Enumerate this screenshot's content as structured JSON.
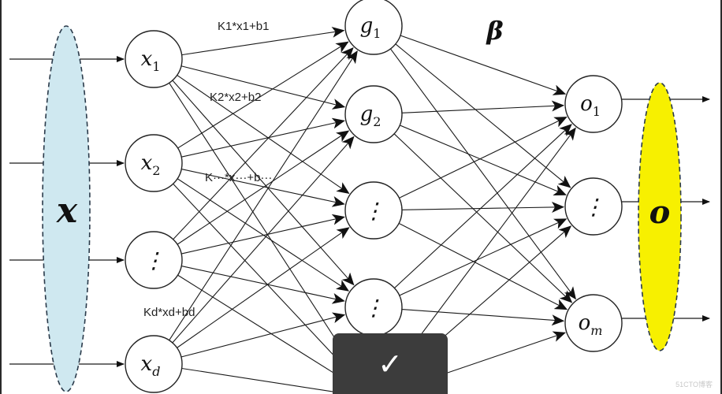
{
  "input_ellipse": {
    "label": "x",
    "fill": "#cfe8f0"
  },
  "output_ellipse": {
    "label": "o",
    "fill": "#f7f000"
  },
  "beta_label": "β",
  "input_nodes": [
    {
      "base": "x",
      "sub": "1"
    },
    {
      "base": "x",
      "sub": "2"
    },
    {
      "base": "⋮",
      "sub": ""
    },
    {
      "base": "x",
      "sub": "d"
    }
  ],
  "hidden_nodes": [
    {
      "base": "g",
      "sub": "1"
    },
    {
      "base": "g",
      "sub": "2"
    },
    {
      "base": "⋮",
      "sub": ""
    },
    {
      "base": "⋮",
      "sub": ""
    }
  ],
  "output_nodes": [
    {
      "base": "o",
      "sub": "1"
    },
    {
      "base": "⋮",
      "sub": ""
    },
    {
      "base": "o",
      "sub": "m"
    }
  ],
  "annotations": {
    "k1": "K1*x1+b1",
    "k2": "K2*x2+b2",
    "kdots": "K···*x···+b···",
    "kd": "Kd*xd+bd"
  },
  "overlay": {
    "icon": "check-icon"
  },
  "watermark": "51CTO博客"
}
